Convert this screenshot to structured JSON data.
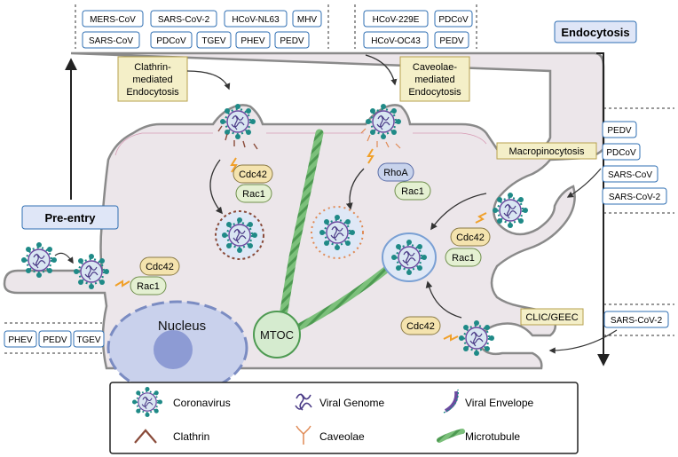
{
  "tags": {
    "top_left": [
      "MERS-CoV",
      "SARS-CoV-2",
      "HCoV-NL63",
      "MHV",
      "SARS-CoV",
      "PDCoV",
      "TGEV",
      "PHEV",
      "PEDV"
    ],
    "top_mid": [
      "HCoV-229E",
      "PDCoV",
      "HCoV-OC43",
      "PEDV"
    ],
    "right": [
      "PEDV",
      "PDCoV",
      "SARS-CoV",
      "SARS-CoV-2"
    ],
    "clic_right": [
      "SARS-CoV-2"
    ],
    "left_bottom": [
      "PHEV",
      "PEDV",
      "TGEV"
    ]
  },
  "headers": {
    "endocytosis": "Endocytosis",
    "pre_entry": "Pre-entry"
  },
  "pathways": {
    "clathrin": [
      "Clathrin-",
      "mediated",
      "Endocytosis"
    ],
    "caveolae": [
      "Caveolae-",
      "mediated",
      "Endocytosis"
    ],
    "macropinocytosis": "Macropinocytosis",
    "clic": "CLIC/GEEC"
  },
  "proteins": {
    "cdc42": "Cdc42",
    "rac1": "Rac1",
    "rhoa": "RhoA"
  },
  "cell": {
    "nucleus": "Nucleus",
    "mtoc": "MTOC"
  },
  "legend": {
    "coronavirus": "Coronavirus",
    "viral_genome": "Viral Genome",
    "viral_envelope": "Viral Envelope",
    "clathrin": "Clathrin",
    "caveolae": "Caveolae",
    "microtubule": "Microtubule"
  },
  "colors": {
    "tag_border": "#2f6fb3",
    "header_fill": "#dfe6f7",
    "pathway_fill": "#f4efc8",
    "pathway_border": "#b7a24e",
    "cdc42_fill": "#f4e3ae",
    "rac1_fill": "#e4f0d2",
    "rhoa_fill": "#c8d3ec",
    "cytoplasm": "#ece6ea",
    "membrane": "#8a8a8a",
    "nucleus": "#c9d1ec",
    "microtubule": "#6db36d",
    "virus_spike": "#1f8a87"
  }
}
